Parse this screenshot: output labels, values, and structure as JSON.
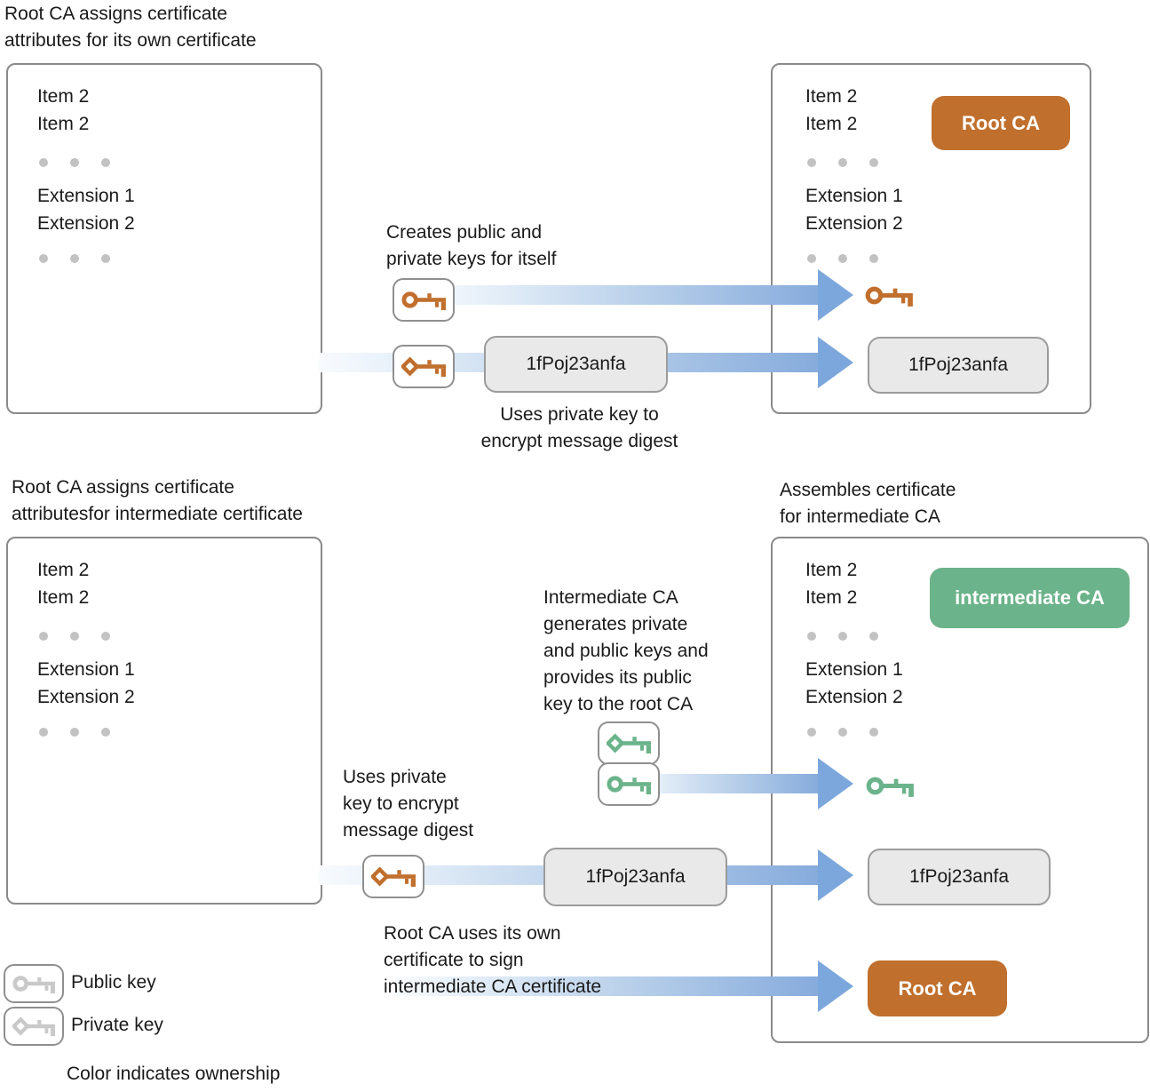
{
  "palette": {
    "root_ca_color": "#C06F2D",
    "intermediate_ca_color": "#6BB38A",
    "neutral_key_color": "#C9C9C9",
    "arrow_blue": "#7CA7DC"
  },
  "cert_fields": {
    "item1": "Item 2",
    "item2": "Item 2",
    "extension1": "Extension 1",
    "extension2": "Extension 2"
  },
  "badges": {
    "root_ca": "Root CA",
    "intermediate_ca": "intermediate CA"
  },
  "signature_value": "1fPoj23anfa",
  "section1": {
    "left_heading": "Root CA assigns certificate\nattributes for its own certificate",
    "creates_keys_label": "Creates public and\nprivate keys for itself",
    "uses_key_label": "Uses private key to\nencrypt message digest"
  },
  "section2": {
    "left_heading": "Root CA assigns certificate\nattributesfor intermediate certificate",
    "right_heading": "Assembles certificate\nfor intermediate CA",
    "generates_label": "Intermediate CA\ngenerates private\nand public keys and\nprovides its public\nkey to the root CA",
    "uses_key_label": "Uses private\nkey to encrypt\nmessage digest",
    "signs_label": "Root CA uses its own\ncertificate to sign\nintermediate CA certificate"
  },
  "legend": {
    "public_key": "Public key",
    "private_key": "Private key",
    "ownership_note": "Color indicates ownership"
  }
}
